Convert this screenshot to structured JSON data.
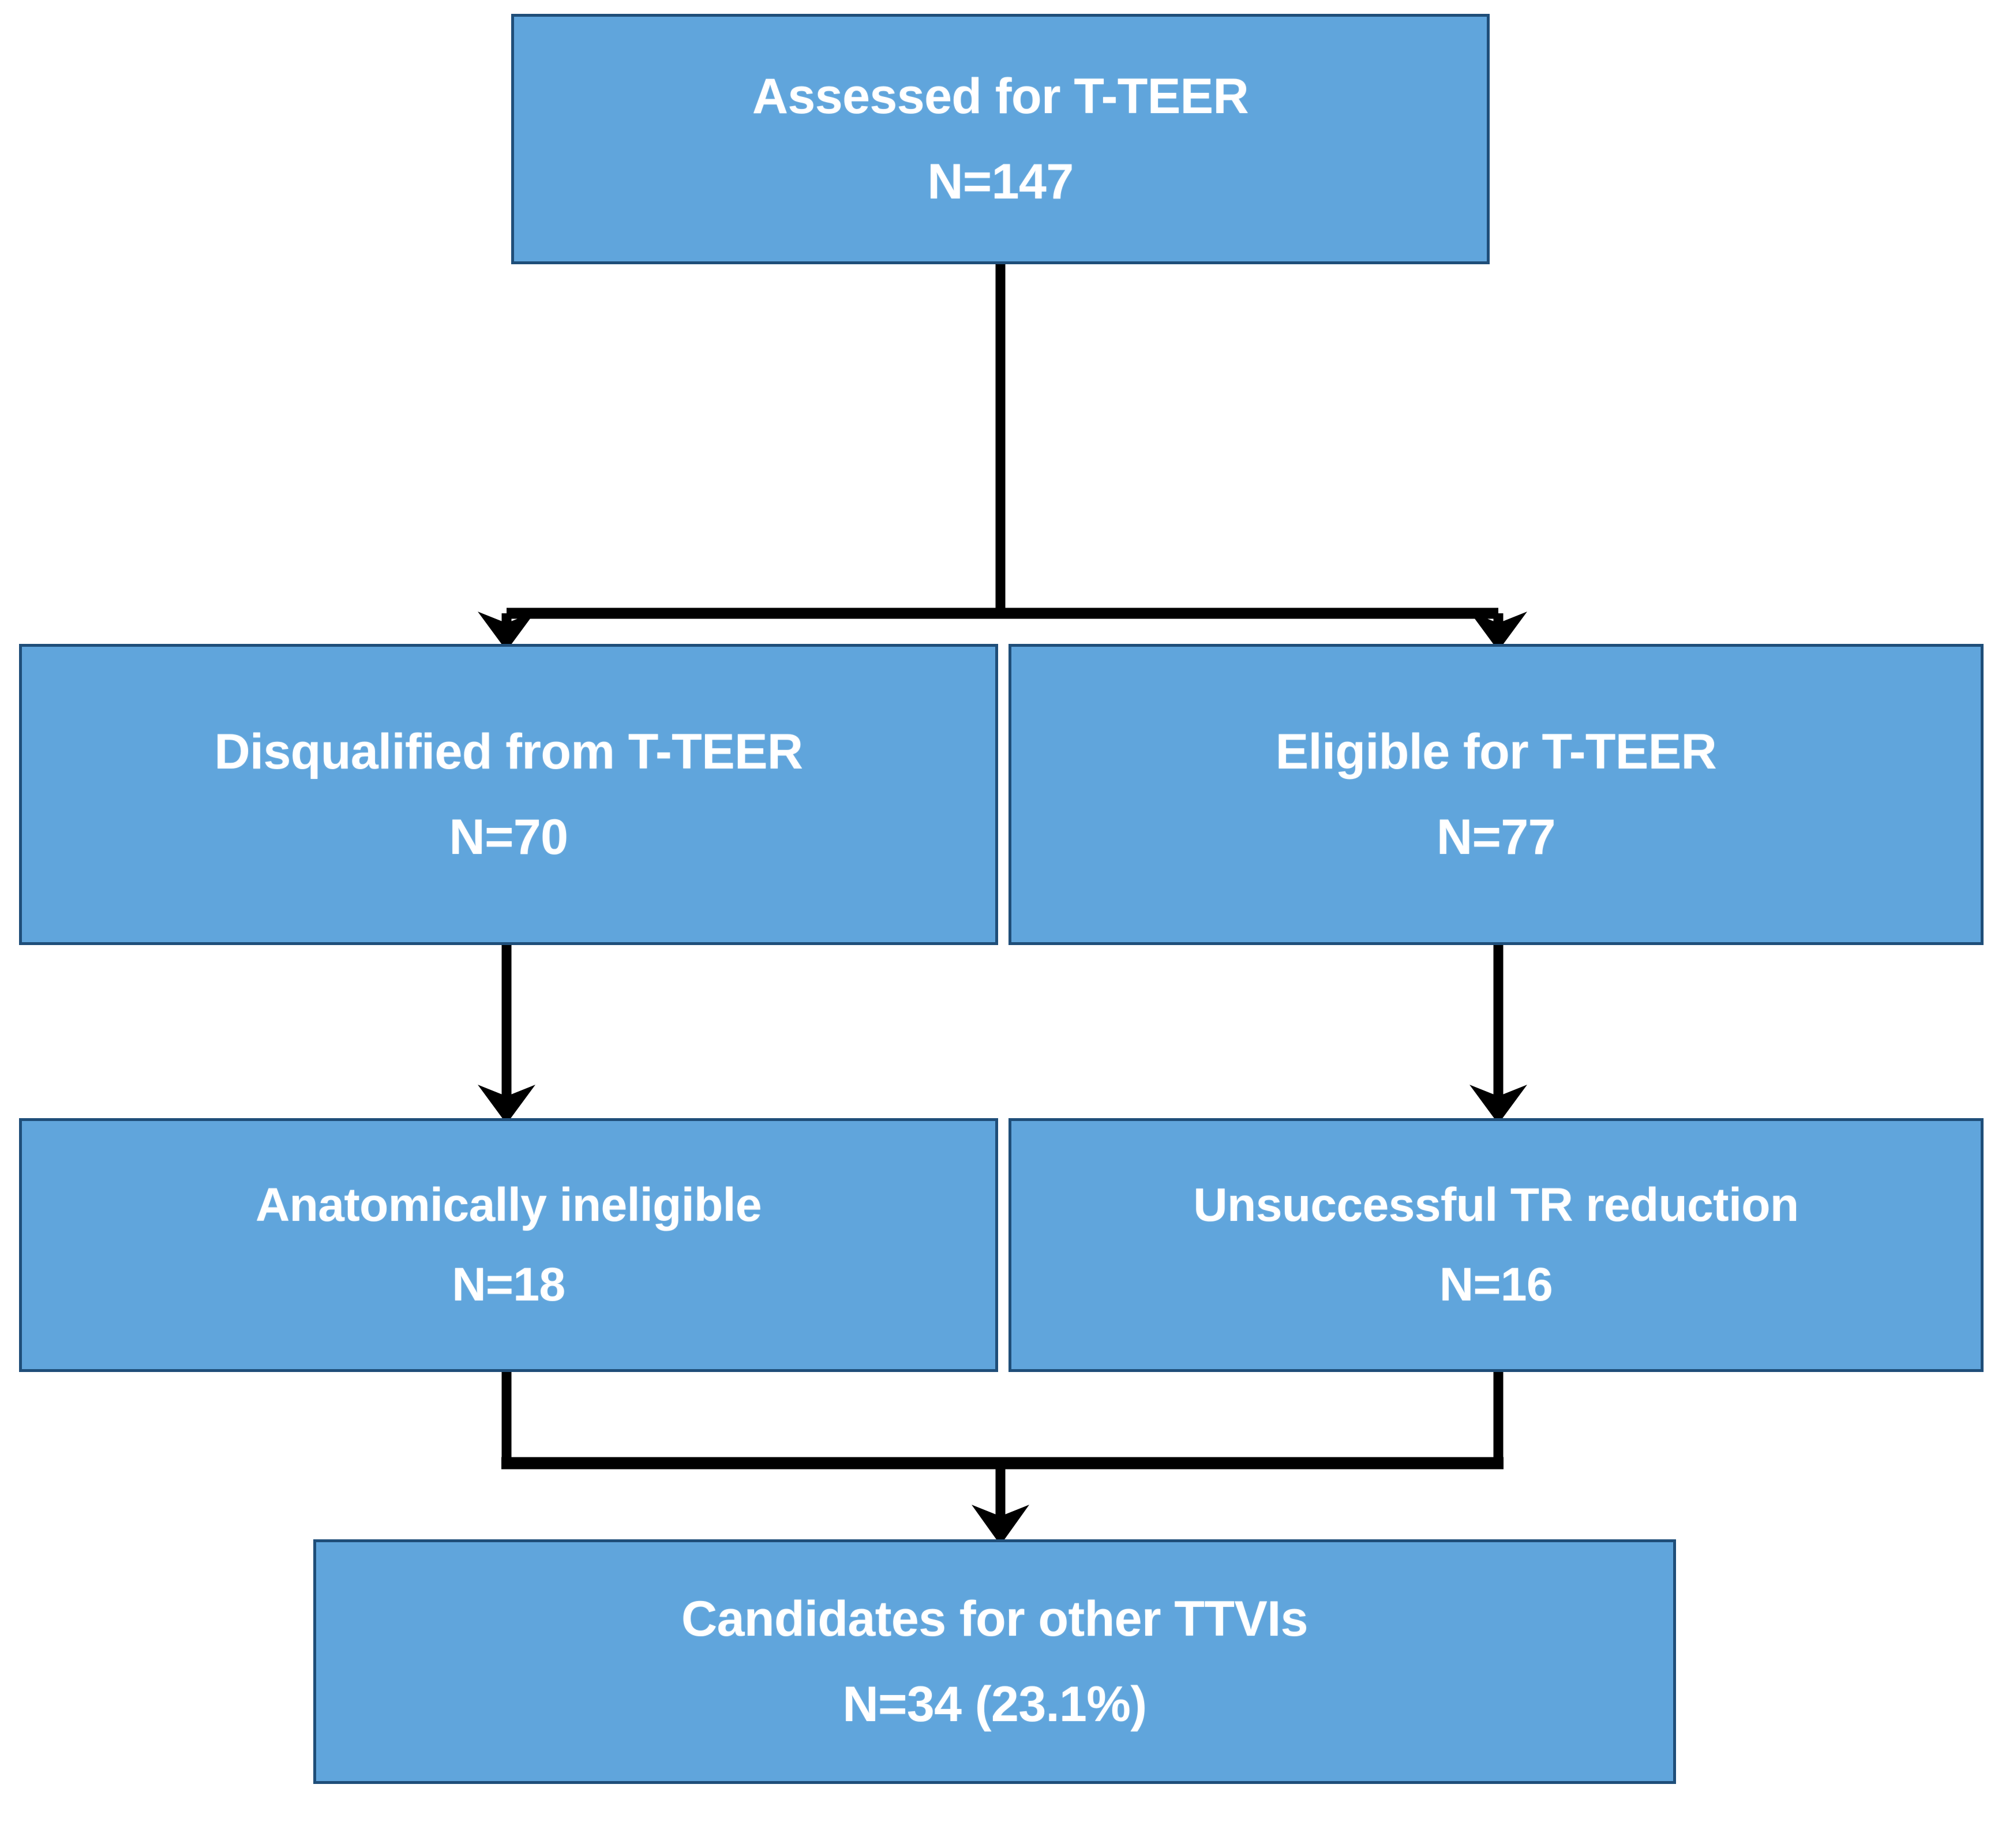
{
  "diagram": {
    "type": "flowchart",
    "orientation": "top-down",
    "accent_color": "#60A5DC",
    "border_color": "#1F4E79",
    "text_color": "#FFFFFF",
    "connector_color": "#000000",
    "background_color": "#FFFFFF",
    "nodes": [
      {
        "id": "assessed",
        "title": "Assessed for T-TEER",
        "count": "N=147"
      },
      {
        "id": "disqualified",
        "title": "Disqualified from T-TEER",
        "count": "N=70"
      },
      {
        "id": "eligible",
        "title": "Eligible for T-TEER",
        "count": "N=77"
      },
      {
        "id": "anatomically",
        "title": "Anatomically ineligible",
        "count": "N=18"
      },
      {
        "id": "unsuccessful",
        "title": "Unsuccessful TR reduction",
        "count": "N=16"
      },
      {
        "id": "candidates",
        "title": "Candidates for other TTVIs",
        "count": "N=34 (23.1%)"
      }
    ],
    "edges": [
      {
        "from": "assessed",
        "to": "disqualified",
        "style": "split-arrow"
      },
      {
        "from": "assessed",
        "to": "eligible",
        "style": "split-arrow"
      },
      {
        "from": "disqualified",
        "to": "anatomically",
        "style": "straight-arrow"
      },
      {
        "from": "eligible",
        "to": "unsuccessful",
        "style": "straight-arrow"
      },
      {
        "from": "anatomically",
        "to": "candidates",
        "style": "merge-arrow"
      },
      {
        "from": "unsuccessful",
        "to": "candidates",
        "style": "merge-arrow"
      }
    ]
  }
}
